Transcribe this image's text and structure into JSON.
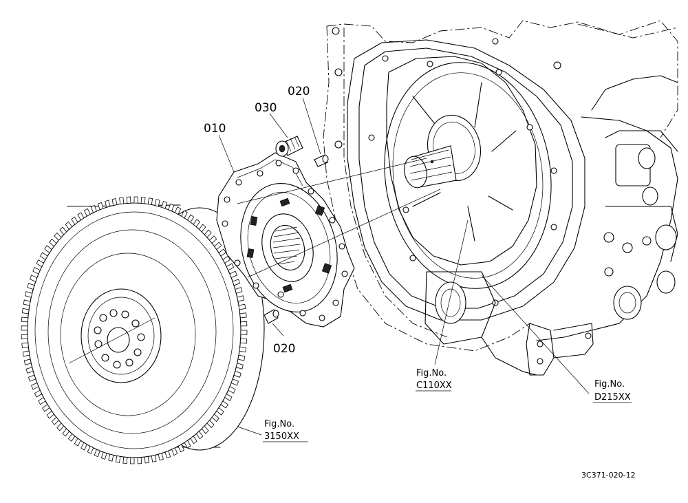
{
  "parts": [
    {
      "id": "p010",
      "number": "010"
    },
    {
      "id": "p030",
      "number": "030"
    },
    {
      "id": "p020a",
      "number": "020"
    },
    {
      "id": "p020b",
      "number": "020"
    }
  ],
  "references": [
    {
      "id": "c110",
      "caption": "Fig.No.",
      "code": "C110XX"
    },
    {
      "id": "d215",
      "caption": "Fig.No.",
      "code": "D215XX"
    },
    {
      "id": "f3150",
      "caption": "Fig.No.",
      "code": "3150XX"
    }
  ],
  "drawing_number": "3C371-020-12"
}
